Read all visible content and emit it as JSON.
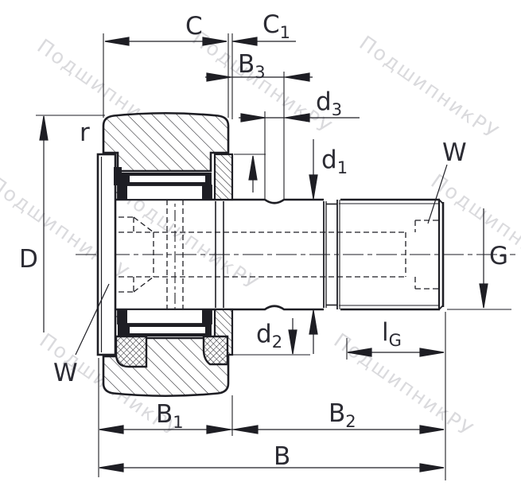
{
  "watermark": "ПодшипникРУ",
  "colors": {
    "line": "#1e1e24",
    "label": "#2b2b33",
    "watermark": "#b7b7bd"
  },
  "dimensions": {
    "C": {
      "main": "C",
      "sub": ""
    },
    "C1": {
      "main": "C",
      "sub": "1"
    },
    "B3": {
      "main": "B",
      "sub": "3"
    },
    "d3": {
      "main": "d",
      "sub": "3"
    },
    "d1": {
      "main": "d",
      "sub": "1"
    },
    "r": {
      "main": "r",
      "sub": ""
    },
    "D": {
      "main": "D",
      "sub": ""
    },
    "W_left": {
      "main": "W",
      "sub": ""
    },
    "W_right": {
      "main": "W",
      "sub": ""
    },
    "G": {
      "main": "G",
      "sub": ""
    },
    "d2": {
      "main": "d",
      "sub": "2"
    },
    "lG": {
      "main": "l",
      "sub": "G"
    },
    "B1": {
      "main": "B",
      "sub": "1"
    },
    "B2": {
      "main": "B",
      "sub": "2"
    },
    "B": {
      "main": "B",
      "sub": ""
    }
  }
}
